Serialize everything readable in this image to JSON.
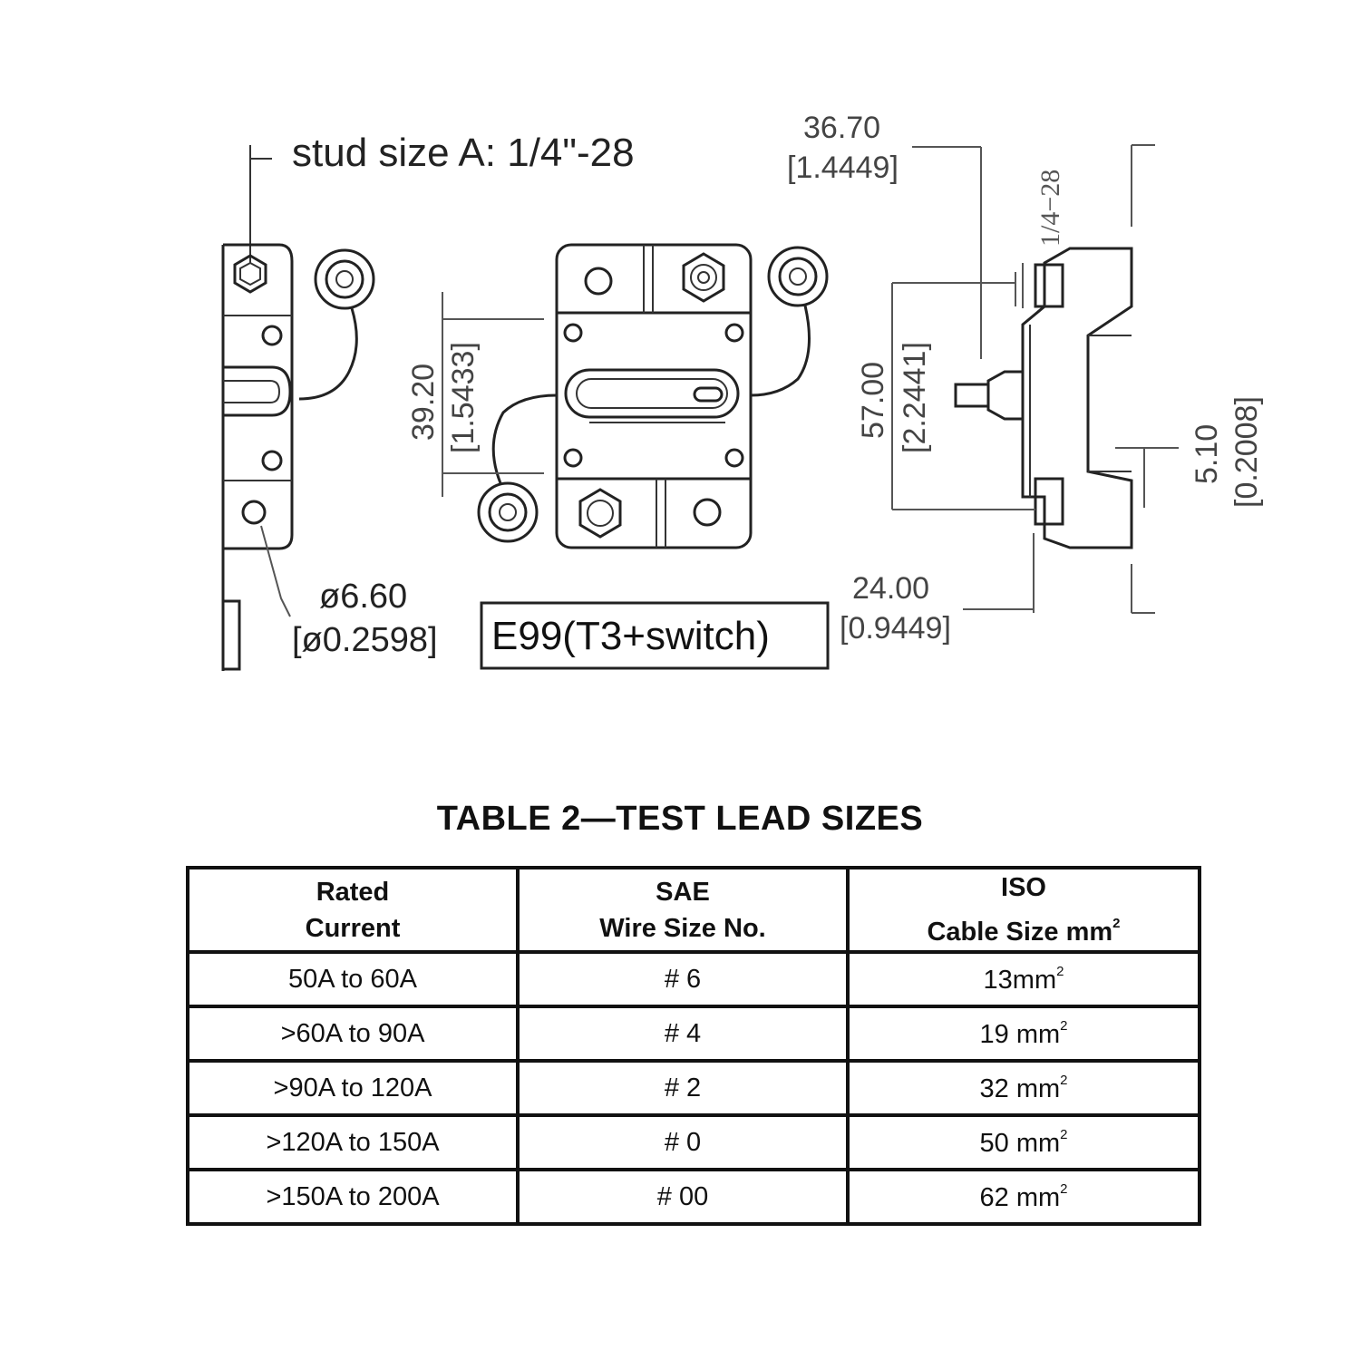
{
  "drawing": {
    "stud_size": "stud size A: 1/4\"-28",
    "dim_top_mm": "36.70",
    "dim_top_in": "[1.4449]",
    "side_thread": "1/4−28",
    "dim_height_mm": "39.20",
    "dim_height_in": "[1.5433]",
    "dim_mount_mm": "57.00",
    "dim_mount_in": "[2.2441]",
    "dim_base_mm": "5.10",
    "dim_base_in": "[0.2008]",
    "dim_hole_mm": "ø6.60",
    "dim_hole_in": "[ø0.2598]",
    "model": "E99(T3+switch)",
    "dim_depth_mm": "24.00",
    "dim_depth_in": "[0.9449]"
  },
  "table": {
    "title": "TABLE 2—TEST LEAD SIZES",
    "headers": [
      {
        "line1": "Rated",
        "line2": "Current"
      },
      {
        "line1": "SAE",
        "line2": "Wire Size No."
      },
      {
        "line1": "ISO",
        "line2": "Cable Size mm",
        "sup": "2"
      }
    ],
    "rows": [
      {
        "current": "50A to 60A",
        "sae": "# 6",
        "iso": "13mm",
        "sup": "2"
      },
      {
        "current": ">60A to 90A",
        "sae": "# 4",
        "iso": "19 mm",
        "sup": "2"
      },
      {
        "current": ">90A to 120A",
        "sae": "# 2",
        "iso": "32 mm",
        "sup": "2"
      },
      {
        "current": ">120A to 150A",
        "sae": "# 0",
        "iso": "50 mm",
        "sup": "2"
      },
      {
        "current": ">150A to 200A",
        "sae": "# 00",
        "iso": "62 mm",
        "sup": "2"
      }
    ]
  }
}
